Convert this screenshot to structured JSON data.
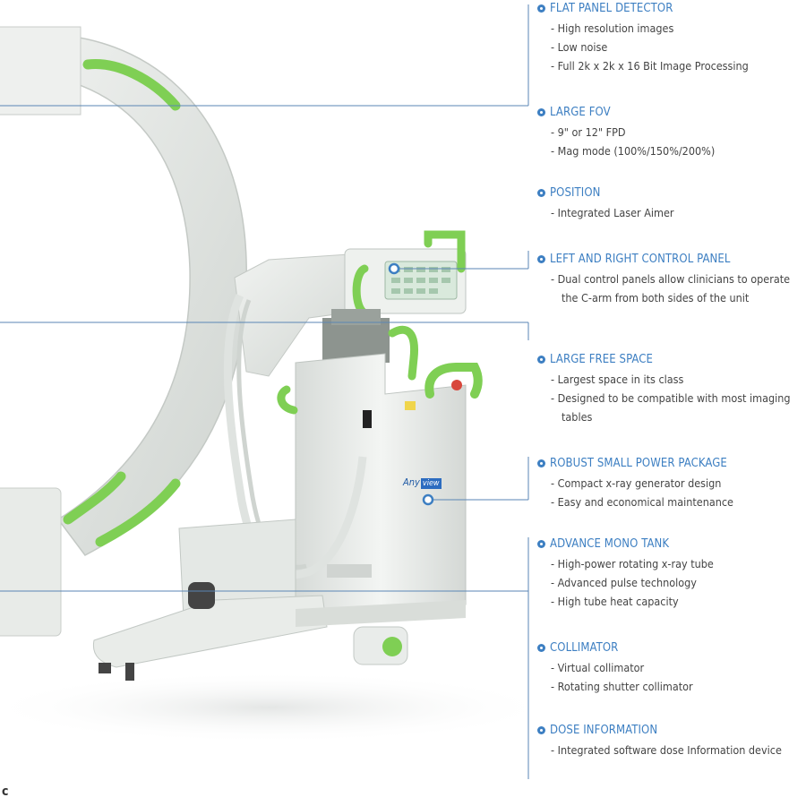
{
  "specs": [
    {
      "title": "FLAT PANEL DETECTOR",
      "items": [
        "High resolution images",
        "Low noise",
        "Full 2k x 2k x 16 Bit Image Processing"
      ]
    },
    {
      "title": "LARGE FOV",
      "items": [
        "9\" or 12\" FPD",
        "Mag mode (100%/150%/200%)"
      ]
    },
    {
      "title": "POSITION",
      "items": [
        "Integrated Laser Aimer"
      ]
    },
    {
      "title": "LEFT AND RIGHT CONTROL PANEL",
      "items": [
        "Dual control panels allow clinicians to operate the C-arm from both sides of the unit"
      ]
    },
    {
      "title": "LARGE FREE SPACE",
      "items": [
        "Largest space in its class",
        "Designed to be compatible with most imaging tables"
      ]
    },
    {
      "title": "ROBUST SMALL POWER PACKAGE",
      "items": [
        "Compact x-ray generator design",
        "Easy and economical maintenance"
      ]
    },
    {
      "title": "ADVANCE MONO TANK",
      "items": [
        "High-power rotating x-ray tube",
        "Advanced pulse technology",
        "High tube heat capacity"
      ]
    },
    {
      "title": "COLLIMATOR",
      "items": [
        "Virtual collimator",
        "Rotating shutter collimator"
      ]
    },
    {
      "title": "DOSE INFORMATION",
      "items": [
        "Integrated software dose Information device"
      ]
    }
  ],
  "logo": {
    "part1": "Any",
    "part2": "view"
  },
  "stray_text": "c",
  "colors": {
    "accent": "#3d7fc2",
    "green": "#7fcf54",
    "body": "#e9ecea"
  }
}
